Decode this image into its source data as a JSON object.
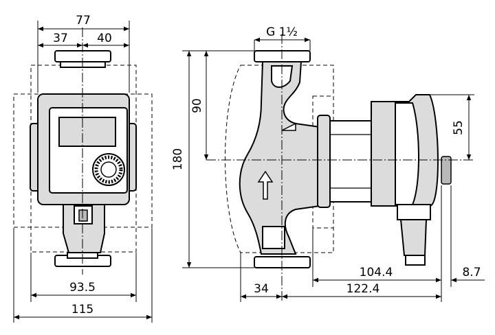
{
  "dimensions": {
    "top_width": "77",
    "top_left": "37",
    "top_right": "40",
    "front_bottom_inner": "93.5",
    "front_bottom_outer": "115",
    "connection": "G 1½",
    "height_inner": "90",
    "height_total": "180",
    "motor_axis": "55",
    "side_base": "34",
    "side_motor": "104.4",
    "side_total": "122.4",
    "knob": "8.7"
  }
}
